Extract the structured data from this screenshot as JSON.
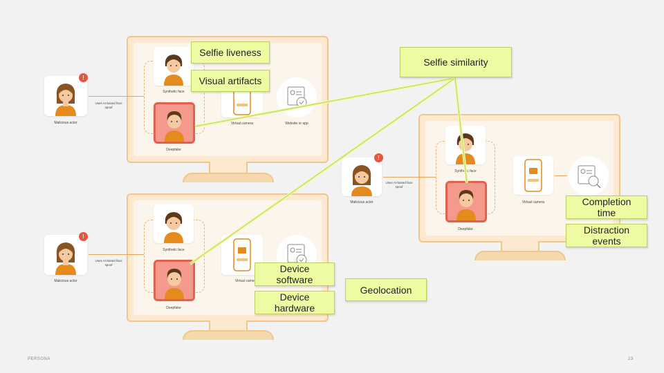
{
  "diagram_top_left": {
    "actor_label": "Malicious actor",
    "spoof_label": "Uses AI-based face spoof",
    "synthetic_label": "Synthetic face",
    "deepfake_label": "Deepfake",
    "camera_label": "Virtual camera",
    "website_label": "Website or app"
  },
  "diagram_bottom_left": {
    "actor_label": "Malicious actor",
    "spoof_label": "Uses AI-based face spoof",
    "synthetic_label": "Synthetic face",
    "deepfake_label": "Deepfake",
    "camera_label": "Virtual camera"
  },
  "diagram_right": {
    "actor_label": "Malicious actor",
    "spoof_label": "Uses AI-based face spoof",
    "synthetic_label": "Synthetic face",
    "deepfake_label": "Deepfake",
    "camera_label": "Virtual camera"
  },
  "badge_text": "!",
  "labels": {
    "selfie_liveness": "Selfie liveness",
    "visual_artifacts": "Visual artifacts",
    "selfie_similarity": "Selfie similarity",
    "completion_time": "Completion time",
    "distraction_events": "Distraction events",
    "device_software": "Device software",
    "device_hardware": "Device hardware",
    "geolocation": "Geolocation"
  },
  "footer": {
    "brand": "PERSONA",
    "page_number": "23"
  },
  "colors": {
    "label_fill": "#eefba3",
    "connector": "#d9ee7c",
    "monitor": "#fde9cf",
    "alert": "#e8553e"
  }
}
